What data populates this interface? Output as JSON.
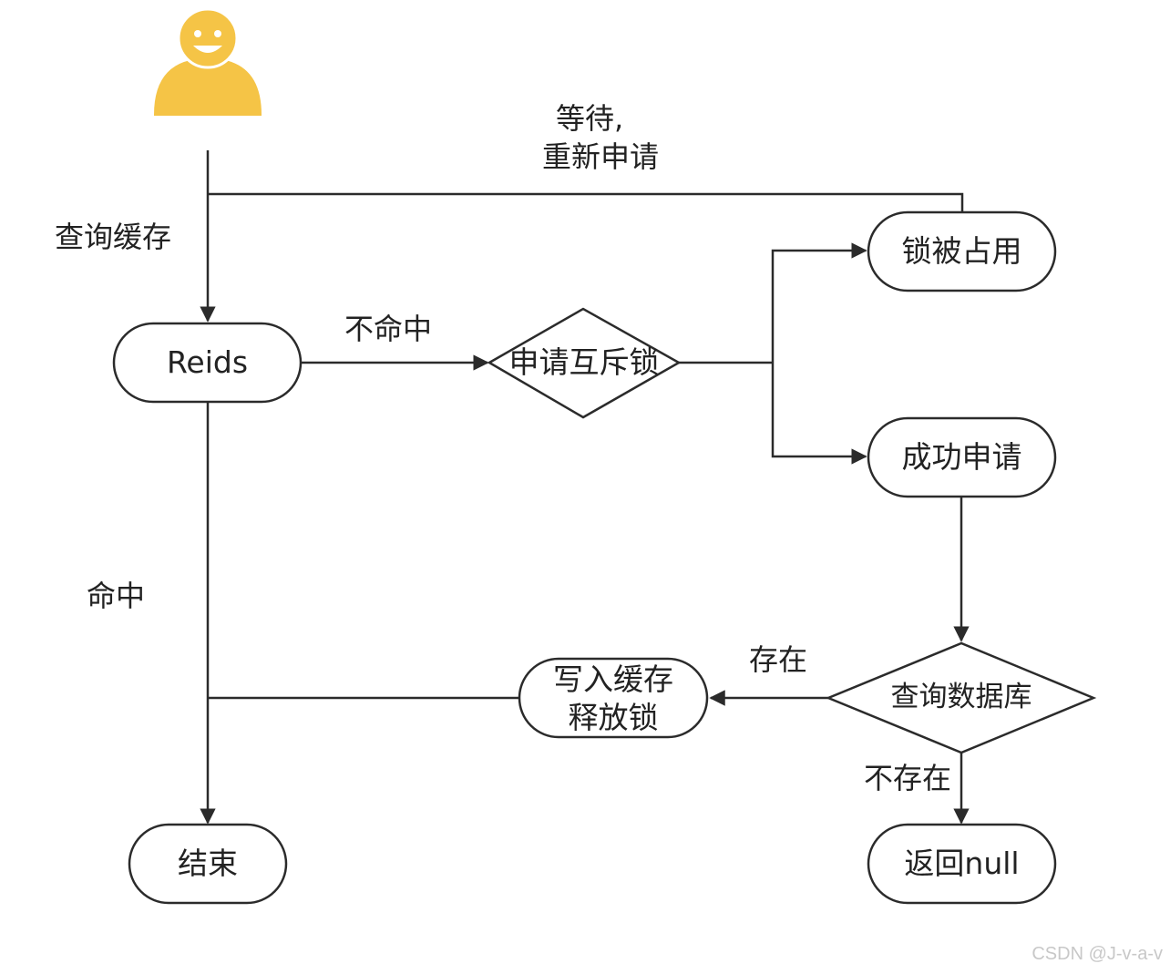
{
  "nodes": {
    "redis": "Reids",
    "mutex": "申请互斥锁",
    "lock_occupied": "锁被占用",
    "acquired": "成功申请",
    "query_db": "查询数据库",
    "write_cache_line1": "写入缓存",
    "write_cache_line2": "释放锁",
    "end": "结束",
    "return_null": "返回null"
  },
  "edges": {
    "query_cache": "查询缓存",
    "wait_line1": "等待,",
    "wait_line2": "重新申请",
    "miss": "不命中",
    "hit": "命中",
    "exists": "存在",
    "not_exists": "不存在"
  },
  "watermark": "CSDN @J-v-a-v",
  "colors": {
    "user": "#f5c446",
    "stroke": "#2b2b2b"
  }
}
